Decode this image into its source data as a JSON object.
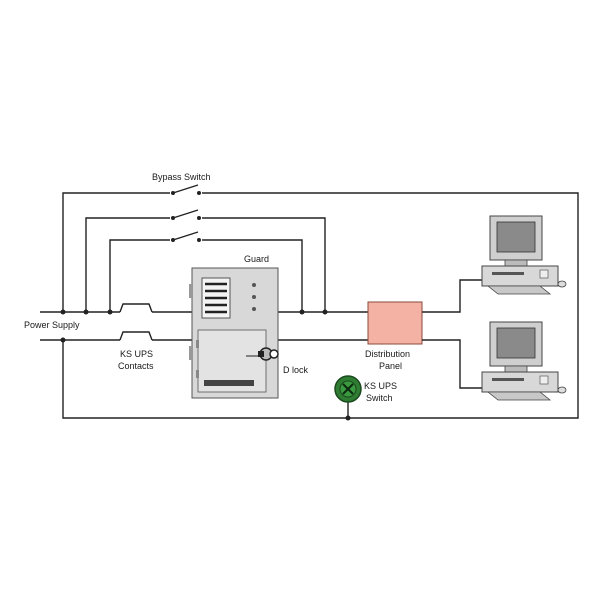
{
  "labels": {
    "bypass_switch": "Bypass Switch",
    "guard": "Guard",
    "power_supply": "Power Supply",
    "ks_ups_contacts_line1": "KS UPS",
    "ks_ups_contacts_line2": "Contacts",
    "d_lock": "D lock",
    "distribution_panel_line1": "Distribution",
    "distribution_panel_line2": "Panel",
    "ks_ups_switch_line1": "KS UPS",
    "ks_ups_switch_line2": "Switch"
  },
  "colors": {
    "wire": "#222222",
    "cabinet": "#d8d8d8",
    "distribution_panel": "#f4b2a4",
    "ups_switch": "#2e7d32",
    "computer_screen": "#8a8a8a"
  }
}
